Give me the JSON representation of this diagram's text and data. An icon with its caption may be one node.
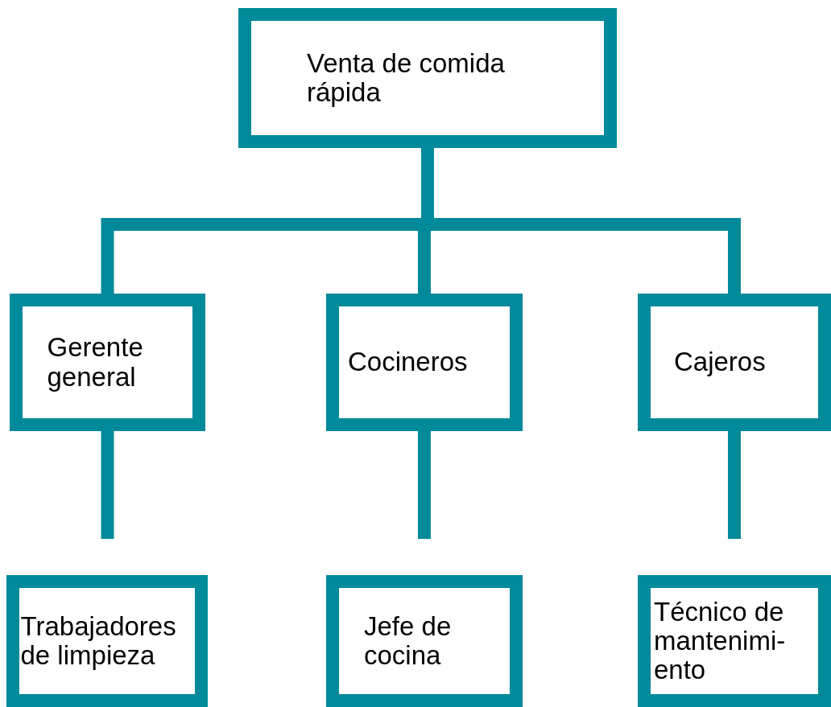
{
  "diagram": {
    "nodes": [
      {
        "text": [
          "Venta de comida rápida"
        ]
      },
      {
        "text": [
          "Gerente general"
        ]
      },
      {
        "text": [
          "Cocineros"
        ]
      },
      {
        "text": [
          "Cajeros"
        ]
      },
      {
        "text": [
          "Trabajadores de limpieza"
        ]
      },
      {
        "text": [
          "Jefe de cocina"
        ]
      },
      {
        "text": [
          "Técnico de mantenimi- ento"
        ]
      }
    ],
    "edges": [
      {
        "from": 0,
        "to": 1,
        "arrow": "none"
      },
      {
        "from": 0,
        "to": 2,
        "arrow": "none"
      },
      {
        "from": 0,
        "to": 3,
        "arrow": "none"
      },
      {
        "from": 1,
        "to": 4,
        "arrow": "none"
      },
      {
        "from": 2,
        "to": 5,
        "arrow": "none"
      },
      {
        "from": 3,
        "to": 6,
        "arrow": "none"
      }
    ]
  }
}
